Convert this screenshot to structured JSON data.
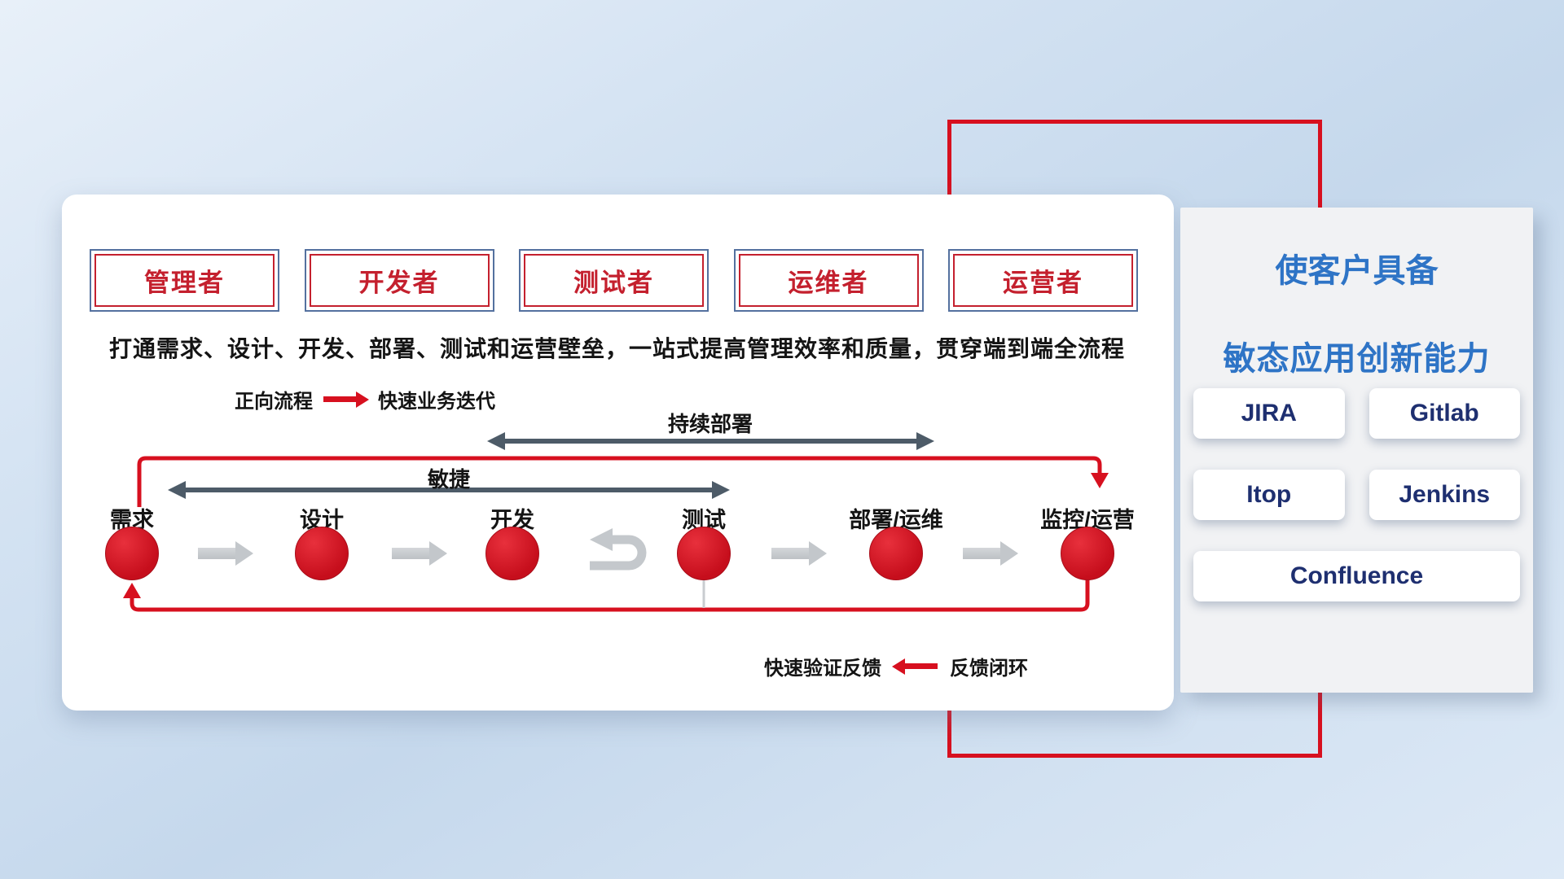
{
  "roles": [
    "管理者",
    "开发者",
    "测试者",
    "运维者",
    "运营者"
  ],
  "headline": "打通需求、设计、开发、部署、测试和运营壁垒，一站式提高管理效率和质量，贯穿端到端全流程",
  "legend_forward": {
    "label": "正向流程",
    "value": "快速业务迭代"
  },
  "legend_feedback": {
    "label": "快速验证反馈",
    "value": "反馈闭环"
  },
  "flow": {
    "span_agile": "敏捷",
    "span_cd": "持续部署",
    "nodes": [
      "需求",
      "设计",
      "开发",
      "测试",
      "部署/运维",
      "监控/运营"
    ]
  },
  "panel": {
    "title_line1": "使客户具备",
    "title_line2": "敏态应用创新能力",
    "tools": [
      "JIRA",
      "Gitlab",
      "Itop",
      "Jenkins",
      "Confluence"
    ]
  },
  "colors": {
    "accent_red": "#d7101f",
    "role_red": "#c4202e",
    "role_border_blue": "#54719f",
    "arrow_dark": "#4d5b68",
    "arrow_gray": "#c4c8cc",
    "panel_title_blue": "#2e74c6",
    "tool_text_navy": "#1e2f70"
  }
}
